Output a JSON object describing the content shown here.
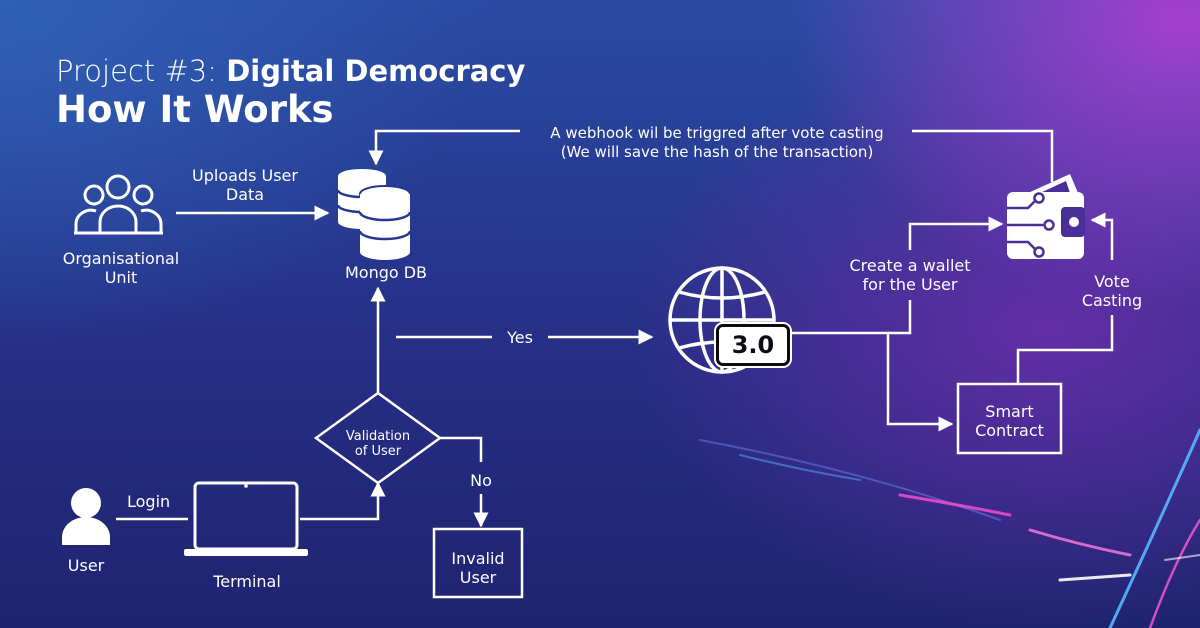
{
  "header": {
    "title_prefix": "Project #3: ",
    "title_main": "Digital Democracy",
    "subtitle": "How It Works"
  },
  "nodes": {
    "org_unit": "Organisational\nUnit",
    "mongo_db": "Mongo DB",
    "user": "User",
    "terminal": "Terminal",
    "validation": "Validation\nof User",
    "invalid_user": "Invalid\nUser",
    "web3_version": "3.0",
    "smart_contract": "Smart\nContract"
  },
  "edges": {
    "uploads": "Uploads User\nData",
    "login": "Login",
    "yes": "Yes",
    "no": "No",
    "create_wallet": "Create a wallet\nfor the User",
    "vote_casting": "Vote\nCasting",
    "webhook_line1": "A webhook wil be triggred after vote casting",
    "webhook_line2": "(We will save the hash of the transaction)"
  },
  "icons": [
    "users-group-icon",
    "database-icon",
    "user-icon",
    "laptop-icon",
    "globe-icon",
    "wallet-icon"
  ],
  "colors": {
    "line": "#ffffff",
    "badge_bg": "#ffffff",
    "badge_text": "#0b0b12"
  }
}
